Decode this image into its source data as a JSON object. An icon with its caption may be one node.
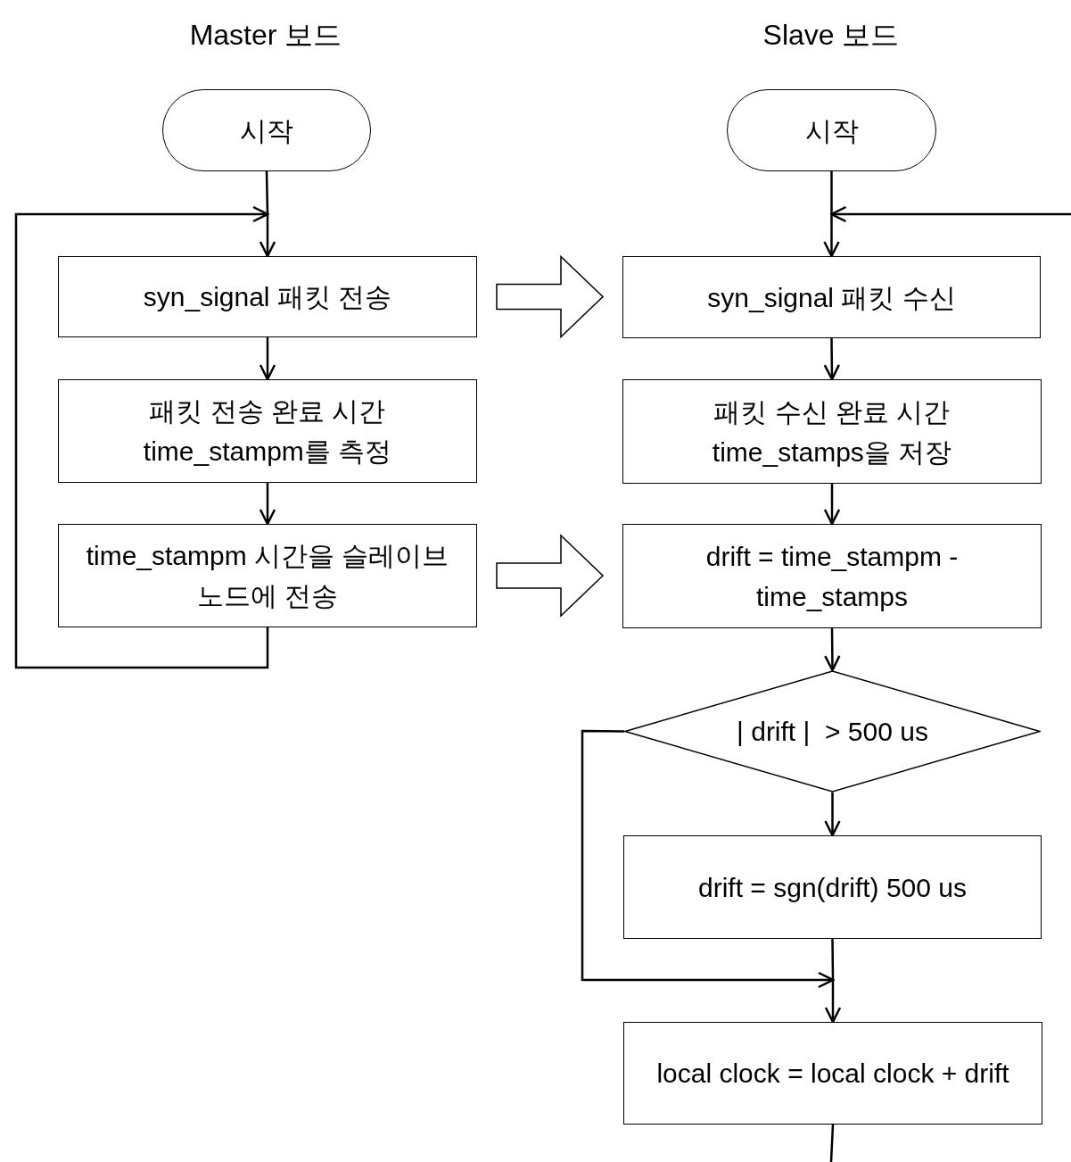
{
  "diagram": {
    "nodes": [
      {
        "text": [
          "시작"
        ]
      },
      {
        "text": [
          "syn_signal 패킷 전송"
        ]
      },
      {
        "text": [
          "패킷 전송 완료 시간 time_stampm를 측정"
        ]
      },
      {
        "text": [
          "time_stampm 시간을 슬레이브 노드에 전송"
        ]
      },
      {
        "text": [
          "시작"
        ]
      },
      {
        "text": [
          "syn_signal 패킷 수신"
        ]
      },
      {
        "text": [
          "패킷 수신 완료 시간 time_stamps을 저장"
        ]
      },
      {
        "text": [
          "drift = time_stampm - time_stamps"
        ]
      },
      {
        "text": [
          "| drift |  > 500 us"
        ]
      },
      {
        "text": [
          "drift = sgn(drift) 500 us"
        ]
      },
      {
        "text": [
          "local clock = local clock + drift"
        ]
      }
    ],
    "edges": [
      {
        "from": 0,
        "to": 1,
        "arrow": "to"
      },
      {
        "from": 1,
        "to": 2,
        "arrow": "to"
      },
      {
        "from": 2,
        "to": 3,
        "arrow": "to"
      },
      {
        "from": 3,
        "to": 1,
        "arrow": "to"
      },
      {
        "from": 1,
        "to": 5,
        "arrow": "to"
      },
      {
        "from": 3,
        "to": 7,
        "arrow": "to"
      },
      {
        "from": 4,
        "to": 5,
        "arrow": "to"
      },
      {
        "from": null,
        "to": 5,
        "arrow": "to"
      },
      {
        "from": 5,
        "to": 6,
        "arrow": "to"
      },
      {
        "from": 6,
        "to": 7,
        "arrow": "to"
      },
      {
        "from": 7,
        "to": 8,
        "arrow": "to"
      },
      {
        "from": 8,
        "to": 9,
        "arrow": "to"
      },
      {
        "from": 8,
        "to": 10,
        "arrow": "to"
      },
      {
        "from": 9,
        "to": 10,
        "arrow": "to"
      },
      {
        "from": 10,
        "to": null,
        "arrow": "none"
      }
    ],
    "labels": [
      "Master 보드",
      "Slave 보드"
    ]
  }
}
